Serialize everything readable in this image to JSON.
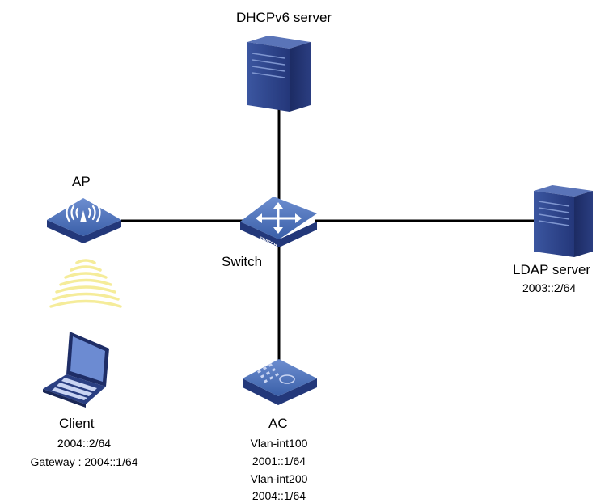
{
  "nodes": {
    "dhcp": {
      "name": "DHCPv6 server",
      "icon": "server-icon"
    },
    "ap": {
      "name": "AP",
      "icon": "access-point-icon"
    },
    "switch": {
      "name": "Switch",
      "icon": "switch-icon",
      "badge": "SWITCH"
    },
    "ldap": {
      "name": "LDAP server",
      "icon": "server-icon",
      "address": "2003::2/64"
    },
    "client": {
      "name": "Client",
      "icon": "laptop-icon",
      "address": "2004::2/64",
      "gateway": "Gateway : 2004::1/64"
    },
    "ac": {
      "name": "AC",
      "icon": "access-controller-icon",
      "interfaces": [
        "Vlan-int100",
        "2001::1/64",
        "Vlan-int200",
        "2004::1/64"
      ]
    }
  },
  "colors": {
    "device_blue": "#3a5fa8",
    "server_dark": "#2b3f78",
    "wifi_yellow": "#f5ec9a",
    "link": "#000000"
  }
}
